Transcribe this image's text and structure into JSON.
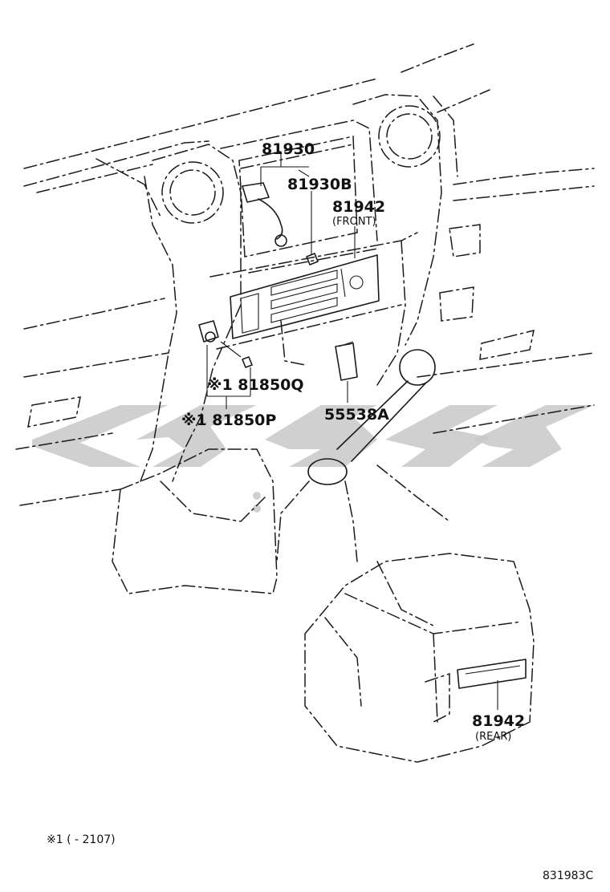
{
  "labels": {
    "p81930": "81930",
    "p81930b": "81930B",
    "p81942_front": "81942",
    "front": "(FRONT)",
    "p81850q": "※1 81850Q",
    "p81850p": "※1 81850P",
    "p55538a": "55538A",
    "p81942_rear": "81942",
    "rear": "(REAR)"
  },
  "footnote": "※1 (    - 2107)",
  "diagram_code": "831983C",
  "colors": {
    "line": "#1a1a1a",
    "watermark": "#c8c8c8"
  }
}
